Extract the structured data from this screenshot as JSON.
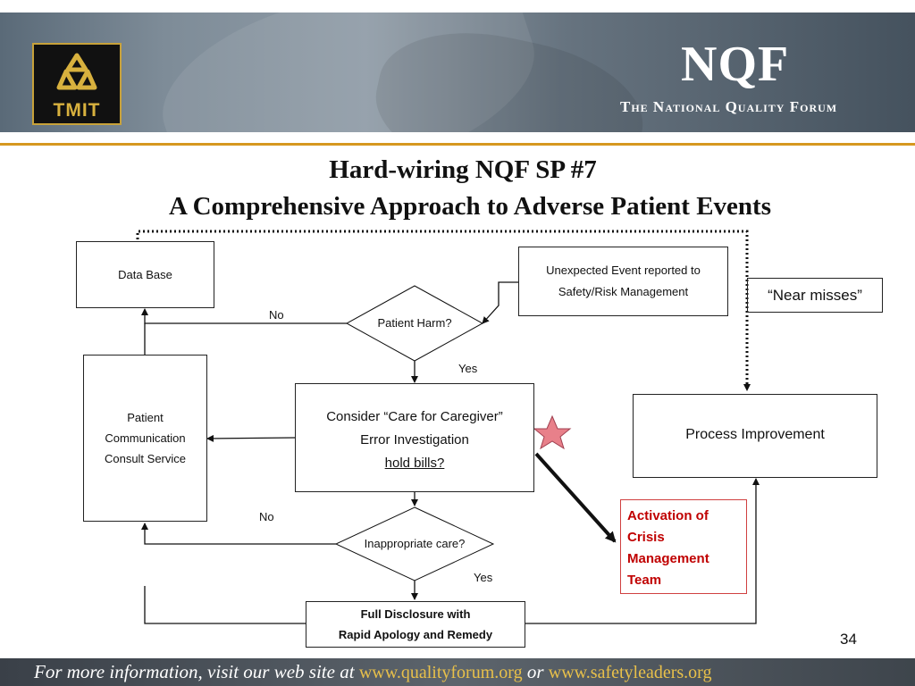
{
  "header": {
    "left_logo_text": "TMIT",
    "right_logo_main": "NQF",
    "right_logo_sub": "The National Quality Forum"
  },
  "title": {
    "line1": "Hard-wiring NQF SP #7",
    "line2": "A Comprehensive Approach to Adverse Patient Events"
  },
  "diagram": {
    "data_base": "Data Base",
    "unexpected_event": [
      "Unexpected Event reported to",
      "Safety/Risk Management"
    ],
    "near_misses": "“Near misses”",
    "patient_harm": "Patient Harm?",
    "no_top": "No",
    "yes_top": "Yes",
    "patient_comm": [
      "Patient",
      "Communication",
      "Consult Service"
    ],
    "consider": [
      "Consider “Care for Caregiver”",
      "Error Investigation",
      "hold bills?"
    ],
    "process_improvement": "Process Improvement",
    "inappropriate_care": "Inappropriate care?",
    "no_bottom": "No",
    "yes_bottom": "Yes",
    "crisis": [
      "Activation of",
      "Crisis",
      "Management",
      "Team"
    ],
    "full_disclosure": [
      "Full Disclosure with",
      "Rapid Apology and Remedy"
    ],
    "page_number": "34"
  },
  "footer": {
    "prefix": "For more information, visit our web site at",
    "link1": "www.qualityforum.org",
    "or": "or",
    "link2": "www.safetyleaders.org"
  },
  "colors": {
    "accent_gold": "#d6981f",
    "crisis_red": "#c00000",
    "star_fill": "#e8808a"
  }
}
